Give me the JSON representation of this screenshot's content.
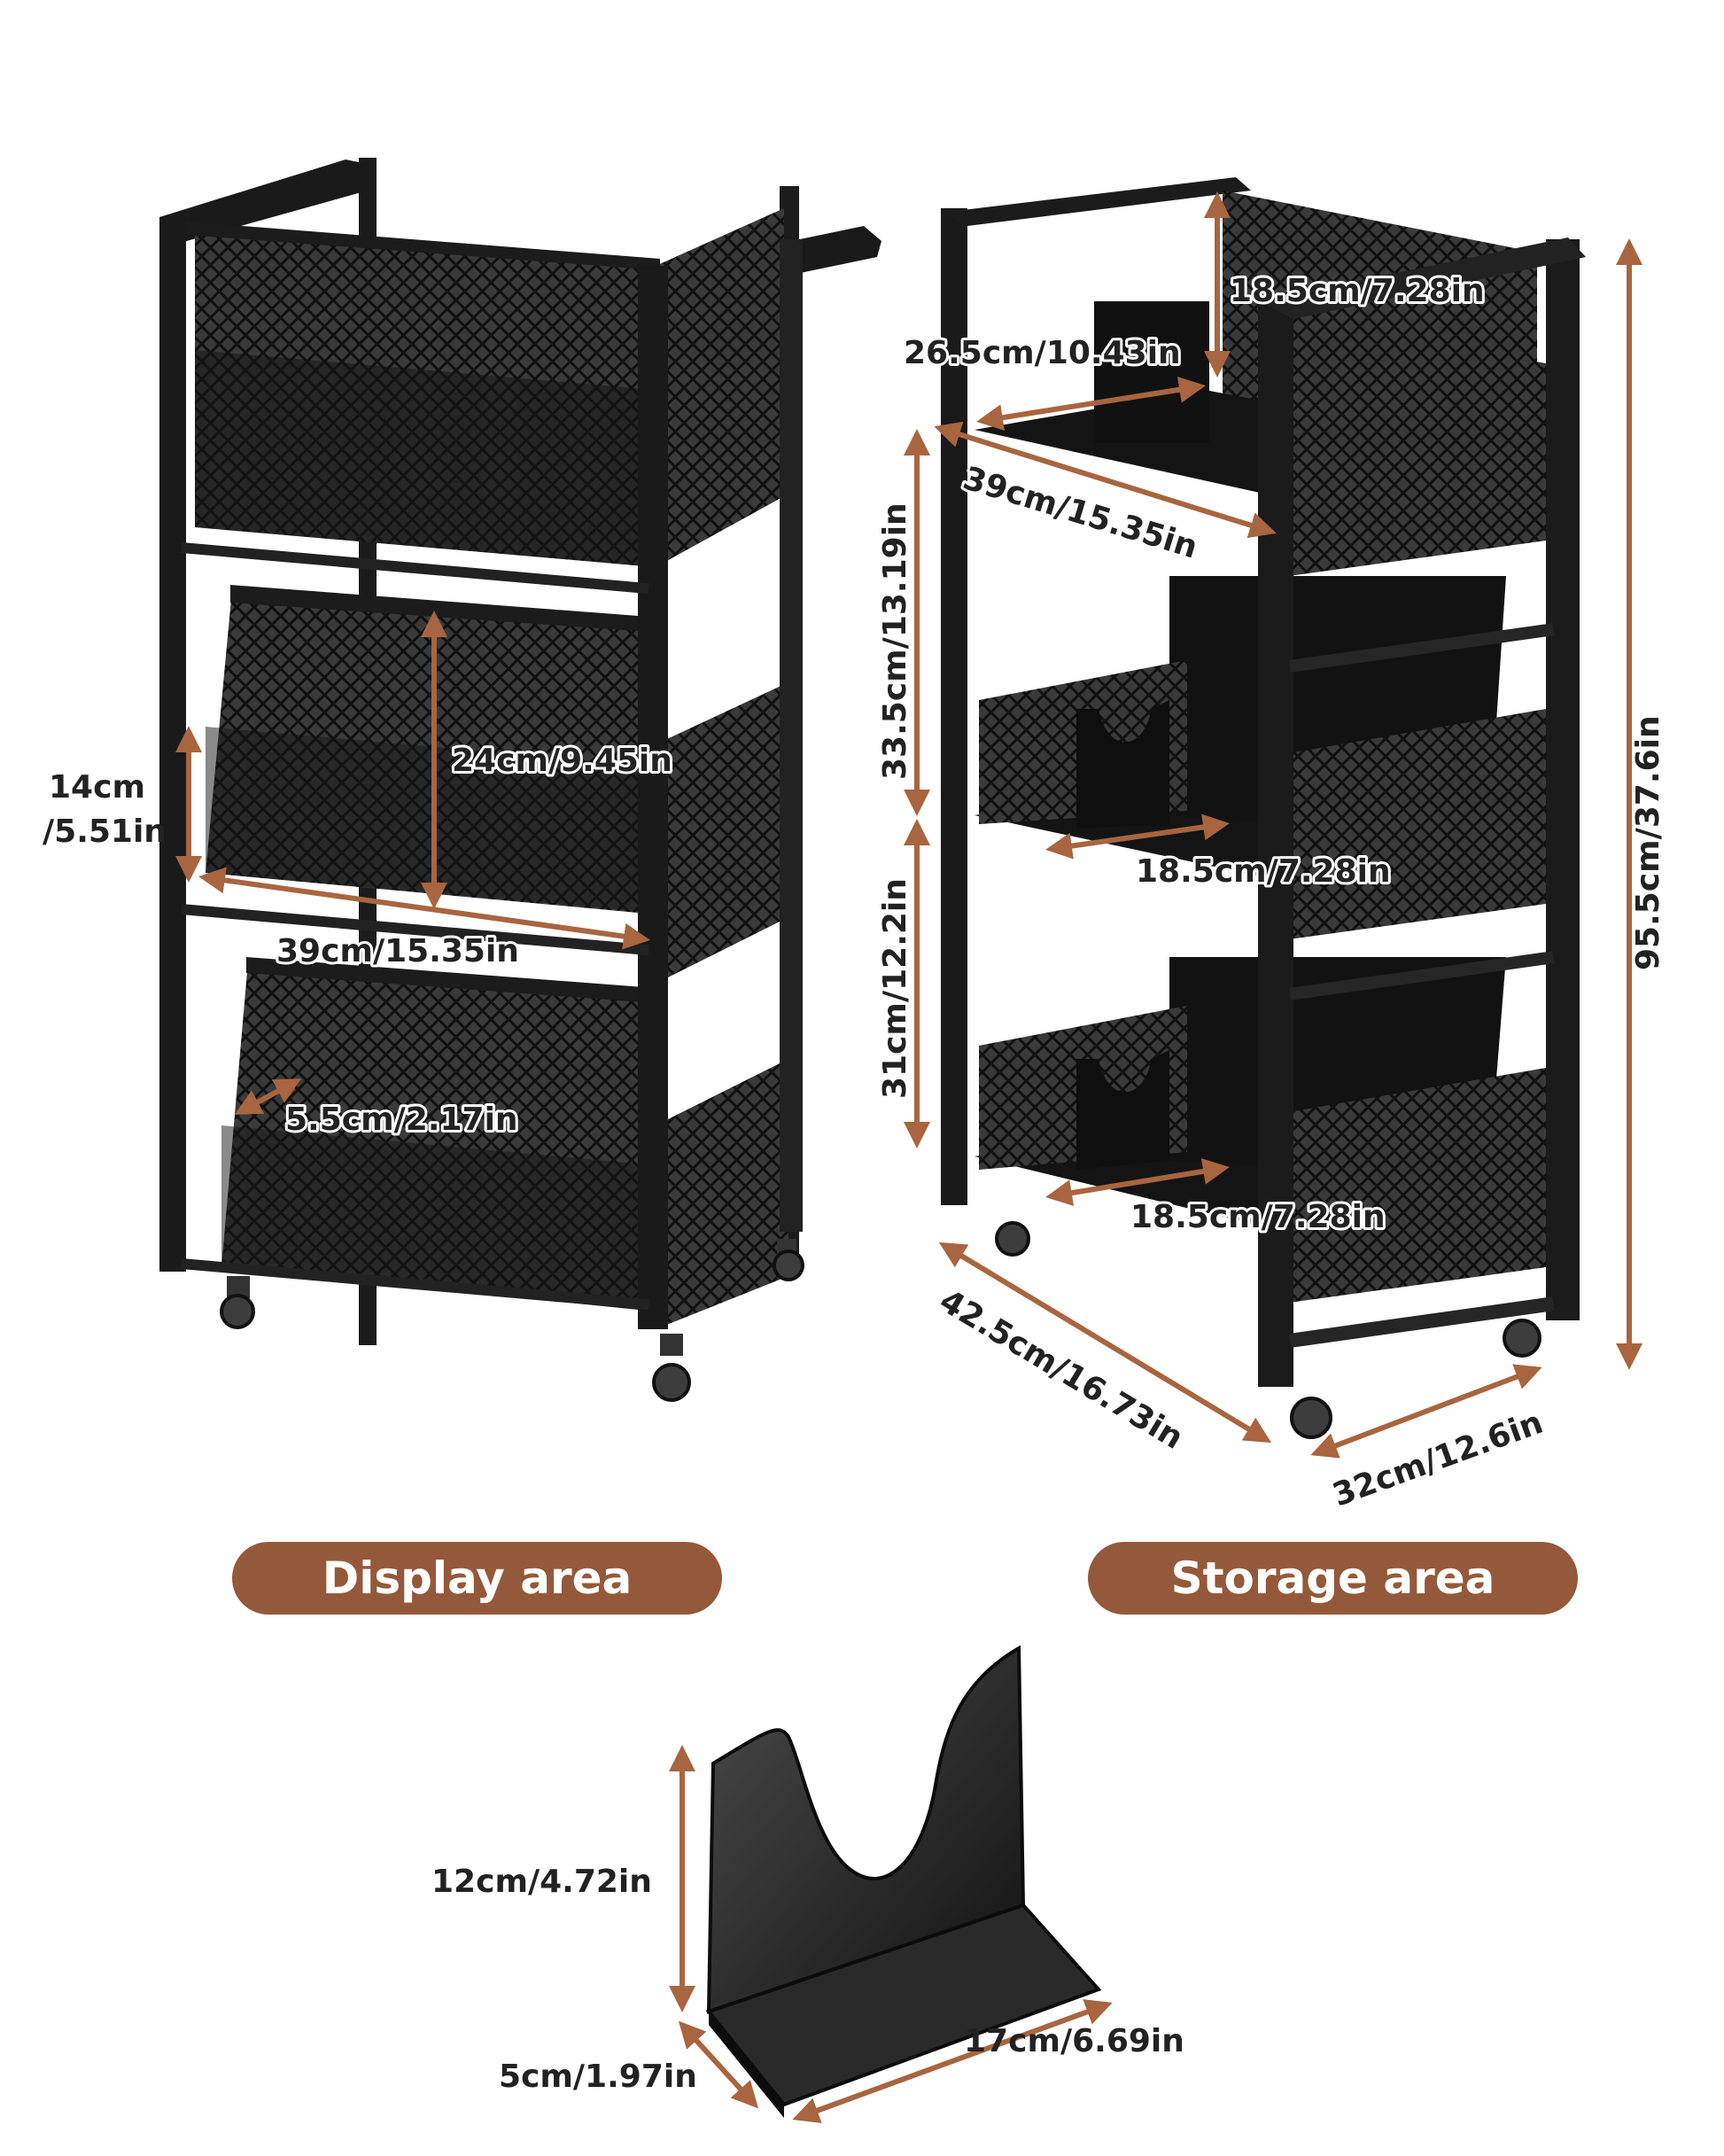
{
  "colors": {
    "frame": "#1c1c1c",
    "mesh": "#2b2b2b",
    "shelf": "#161616",
    "arrow": "#a8653f",
    "pill": "#94593a",
    "pill_text": "#ffffff"
  },
  "labels": {
    "display_area": "Display area",
    "storage_area": "Storage area"
  },
  "dimensions": {
    "display_level_height": "14cm\n/5.51in",
    "display_level_height_line1": "14cm",
    "display_level_height_line2": "/5.51in",
    "display_basket_height": "24cm/9.45in",
    "display_basket_width": "39cm/15.35in",
    "display_basket_depth": "5.5cm/2.17in",
    "storage_top_height": "18.5cm/7.28in",
    "storage_top_depth": "26.5cm/10.43in",
    "storage_top_width": "39cm/15.35in",
    "storage_tier1_height": "33.5cm/13.19in",
    "storage_tier2_height": "31cm/12.2in",
    "storage_shelf1_depth": "18.5cm/7.28in",
    "storage_shelf2_depth": "18.5cm/7.28in",
    "storage_total_height": "95.5cm/37.6in",
    "storage_overall_depth": "42.5cm/16.73in",
    "storage_overall_width": "32cm/12.6in",
    "divider_height": "12cm/4.72in",
    "divider_base_depth": "5cm/1.97in",
    "divider_width": "17cm/6.69in"
  },
  "icons": [
    "caster-wheel-icon",
    "mesh-basket-icon",
    "book-divider-icon",
    "dimension-arrow-icon"
  ]
}
